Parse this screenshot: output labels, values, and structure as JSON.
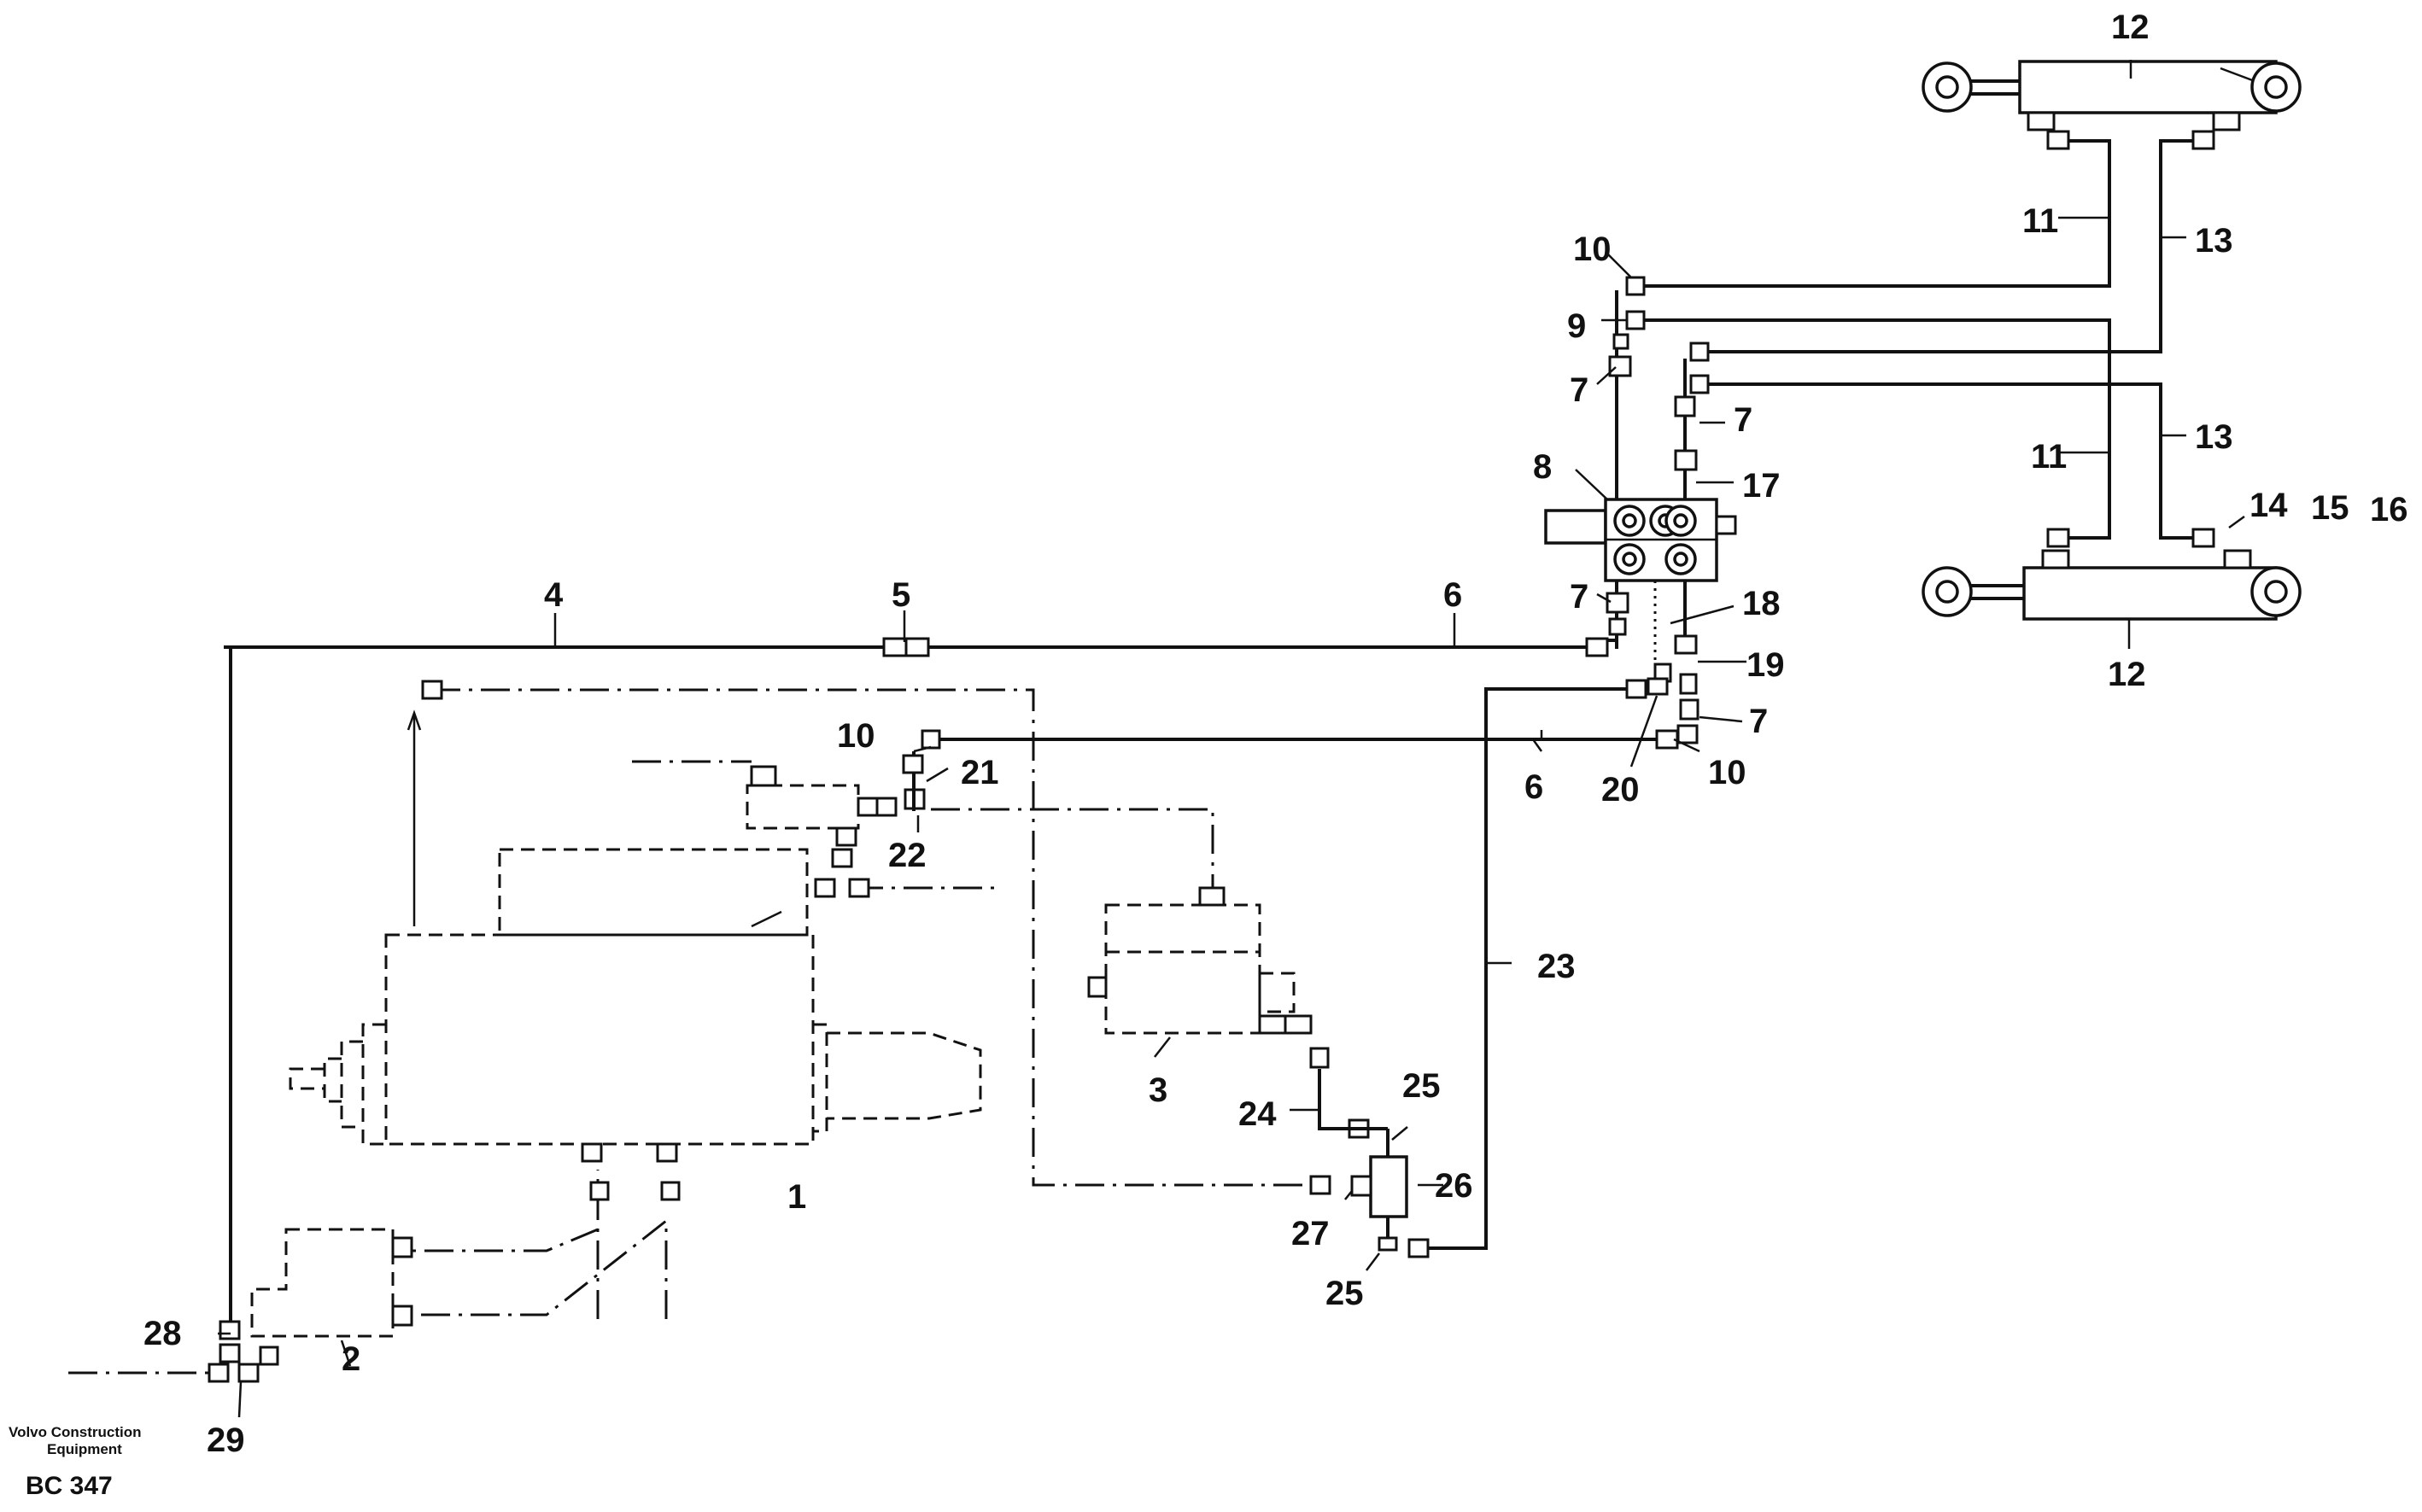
{
  "callouts": {
    "c1": "1",
    "c2": "2",
    "c3": "3",
    "c4": "4",
    "c5": "5",
    "c6a": "6",
    "c6b": "6",
    "c7a": "7",
    "c7b": "7",
    "c7c": "7",
    "c7d": "7",
    "c8": "8",
    "c9": "9",
    "c10a": "10",
    "c10b": "10",
    "c10c": "10",
    "c11a": "11",
    "c11b": "11",
    "c12a": "12",
    "c12b": "12",
    "c13a": "13",
    "c13b": "13",
    "c14": "14",
    "c15": "15",
    "c16": "16",
    "c17": "17",
    "c18": "18",
    "c19": "19",
    "c20": "20",
    "c21": "21",
    "c22": "22",
    "c23": "23",
    "c24": "24",
    "c25a": "25",
    "c25b": "25",
    "c26": "26",
    "c27": "27",
    "c28": "28",
    "c29": "29"
  },
  "caption": {
    "line1": "Volvo Construction",
    "line2": "Equipment",
    "code": "BC 347"
  }
}
